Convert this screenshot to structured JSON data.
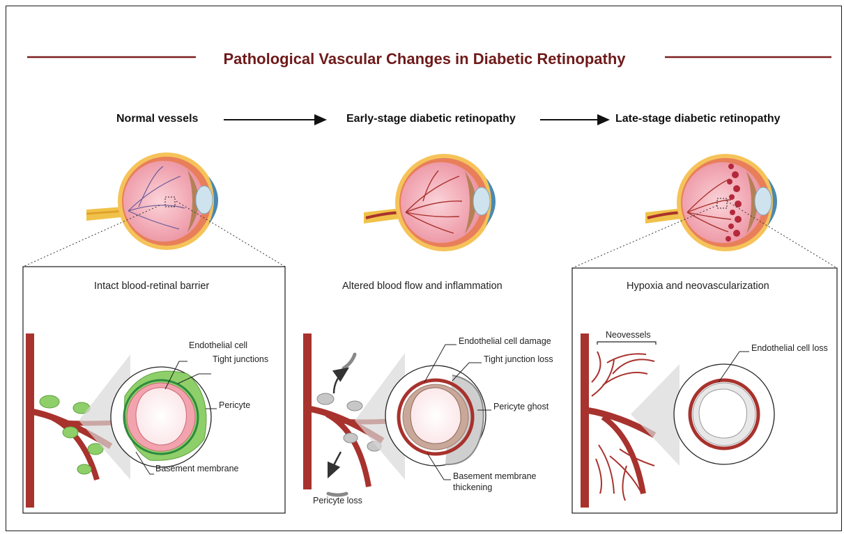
{
  "title": "Pathological Vascular Changes in Diabetic Retinopathy",
  "stages": [
    {
      "label": "Normal vessels"
    },
    {
      "label": "Early-stage diabetic retinopathy"
    },
    {
      "label": "Late-stage diabetic retinopathy"
    }
  ],
  "panels": [
    {
      "title": "Intact blood-retinal barrier",
      "labels": {
        "endothelial": "Endothelial cell",
        "tight": "Tight junctions",
        "pericyte": "Pericyte",
        "basement": "Basement membrane"
      }
    },
    {
      "title": "Altered blood flow and inflammation",
      "labels": {
        "endothelial": "Endothelial cell damage",
        "tight": "Tight junction loss",
        "pericyte": "Pericyte ghost",
        "basement_1": "Basement membrane",
        "basement_2": "thickening",
        "pericyte_loss": "Pericyte loss"
      }
    },
    {
      "title": "Hypoxia and neovascularization",
      "labels": {
        "neovessels": "Neovessels",
        "endothelial": "Endothelial cell loss"
      }
    }
  ],
  "colors": {
    "title": "#6e1a1a",
    "vessel": "#a8322d",
    "pericyte": "#8fcf6a",
    "endothelium": "#f3a3ae",
    "retina": "#f2a5b0"
  }
}
